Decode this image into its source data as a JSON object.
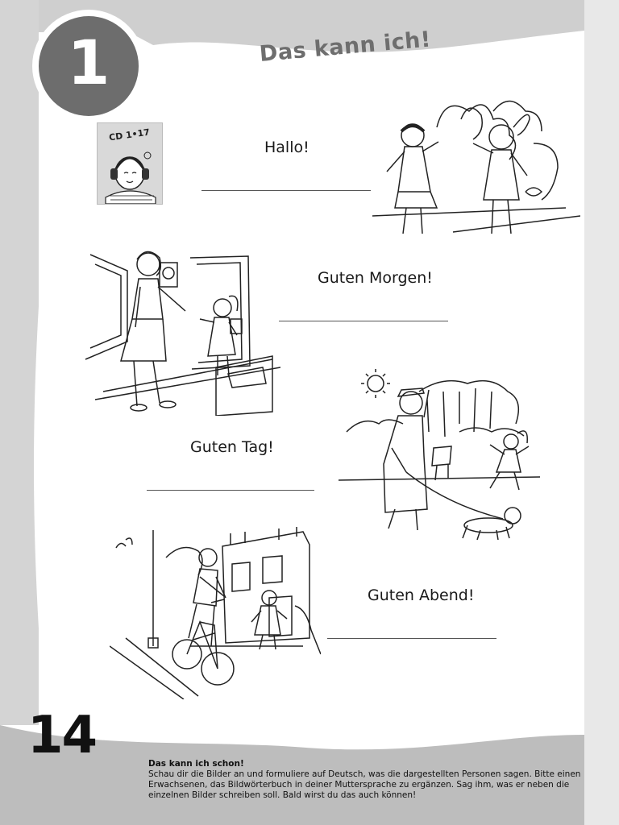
{
  "chapter": {
    "number": "1",
    "title": "Das kann ich!"
  },
  "cd_badge": {
    "label": "CD 1•17",
    "icon": "headphones-child-icon"
  },
  "exercises": [
    {
      "greeting": "Hallo!"
    },
    {
      "greeting": "Guten Morgen!"
    },
    {
      "greeting": "Guten Tag!"
    },
    {
      "greeting": "Guten Abend!"
    }
  ],
  "footer": {
    "page_number": "14",
    "heading": "Das kann ich schon!",
    "text": "Schau dir die Bilder an und formuliere auf Deutsch, was die dargestellten Personen sagen. Bitte einen Erwachsenen, das Bildwörterbuch in deiner Muttersprache zu ergänzen. Sag ihm, was er neben die einzelnen Bilder schreiben soll. Bald wirst du das auch können!"
  },
  "colors": {
    "band": "#c8c8c8",
    "circle": "#6d6d6d",
    "title": "#6e6e6e"
  }
}
